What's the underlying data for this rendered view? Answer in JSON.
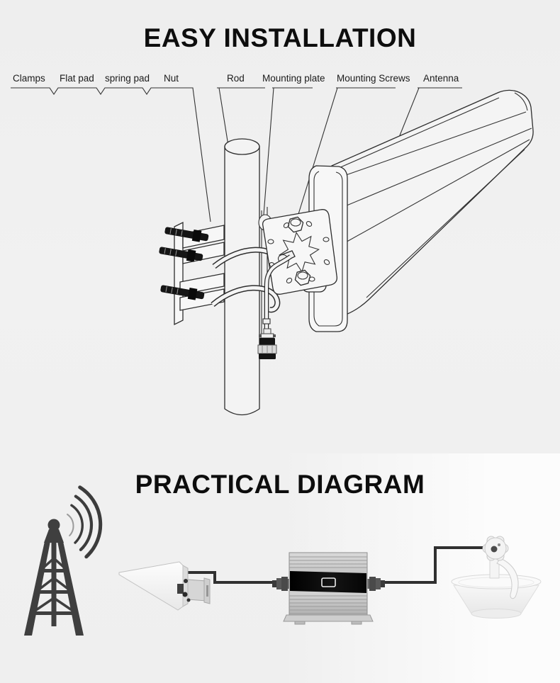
{
  "installation": {
    "title": "EASY INSTALLATION",
    "labels": [
      "Clamps",
      "Flat pad",
      "spring pad",
      "Nut",
      "Rod",
      "Mounting plate",
      "Mounting Screws",
      "Antenna"
    ]
  },
  "practical": {
    "title": "PRACTICAL DIAGRAM",
    "components": [
      "cell-tower",
      "outdoor-lpda-antenna",
      "signal-repeater",
      "ceiling-dome-antenna"
    ]
  },
  "colors": {
    "background": "#f1f1f1",
    "line_art": "#2d2d2d",
    "tower": "#3f3f3f",
    "cable": "#303030",
    "repeater_body": "#c9c9c9",
    "repeater_panel": "#0f0f0f",
    "white_parts": "#f8f8f8"
  }
}
